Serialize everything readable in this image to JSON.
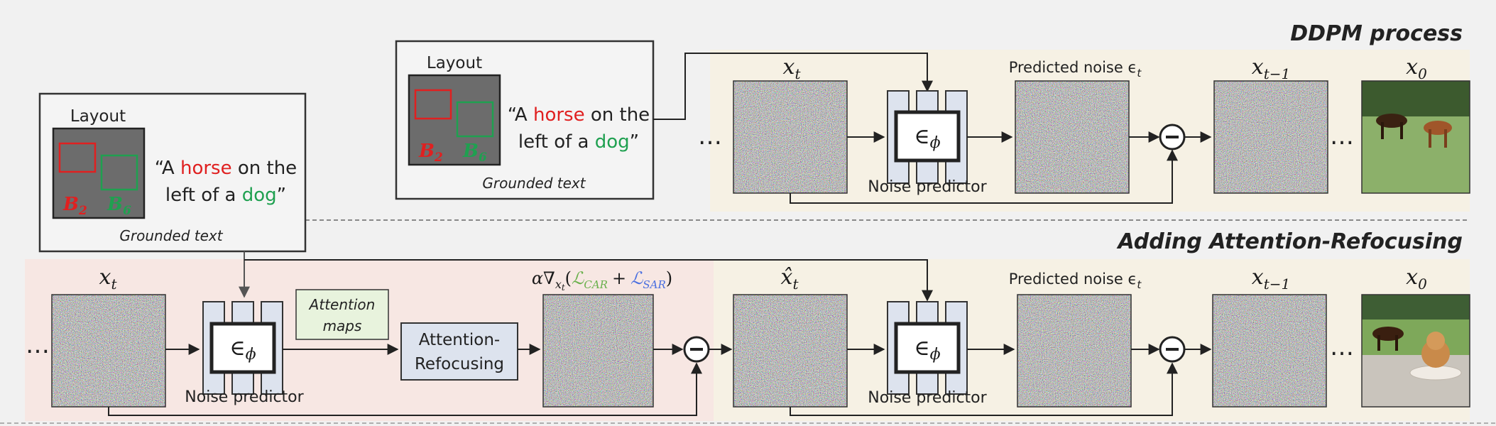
{
  "titles": {
    "ddpm": "DDPM process",
    "refocus": "Adding Attention-Refocusing"
  },
  "grounded_box": {
    "layout_label": "Layout",
    "caption": "Grounded text",
    "quote_open": "“A ",
    "horse": "horse",
    "on_the": " on the",
    "left_of_a": "left of a ",
    "dog": "dog",
    "quote_close": "”",
    "b2": "B",
    "b2_sub": "2",
    "b6": "B",
    "b6_sub": "6"
  },
  "top_row": {
    "xt": "x",
    "xt_sub": "t",
    "predicted_noise": "Predicted noise ϵ",
    "predicted_noise_sub": "t",
    "xt1": "x",
    "xt1_sub": "t−1",
    "x0": "x",
    "x0_sub": "0",
    "noise_predictor": "Noise predictor",
    "eps_phi": "∈",
    "eps_phi_sub": "ϕ",
    "dots": "…"
  },
  "bottom_row": {
    "xt": "x",
    "xt_sub": "t",
    "xhat": "x̂",
    "xhat_sub": "t",
    "attention_maps": "Attention maps",
    "attention_maps_line1": "Attention",
    "attention_maps_line2": "maps",
    "refocusing_line1": "Attention-",
    "refocusing_line2": "Refocusing",
    "grad_prefix": "α∇",
    "grad_sub": "x",
    "grad_sub2": "t",
    "loss_car": "ℒ",
    "loss_car_sub": "CAR",
    "loss_sar": "ℒ",
    "loss_sar_sub": "SAR",
    "plus": "+",
    "paren_open": "(",
    "paren_close": ")",
    "predicted_noise": "Predicted noise ϵ",
    "predicted_noise_sub": "t",
    "noise_predictor": "Noise predictor",
    "xt1": "x",
    "xt1_sub": "t−1",
    "x0": "x",
    "x0_sub": "0",
    "dots": "…"
  },
  "colors": {
    "horse_red": "#e02020",
    "dog_green": "#1fa050",
    "car_green": "#6ab04c",
    "sar_blue": "#4a6fe0",
    "ddpm_panel": "#f6f1e4",
    "refocus_panel": "#f7e7e3",
    "unet_fill": "#dde3ee"
  }
}
